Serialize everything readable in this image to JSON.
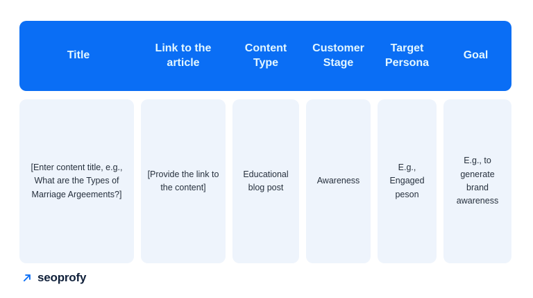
{
  "table": {
    "columns": [
      {
        "header": "Title",
        "value": "[Enter content title, e.g., What are the Types of Marriage Argeements?]"
      },
      {
        "header": "Link to the article",
        "value": "[Provide the link to the content]"
      },
      {
        "header": "Content Type",
        "value": "Educational blog post"
      },
      {
        "header": "Customer Stage",
        "value": "Awareness"
      },
      {
        "header": "Target Persona",
        "value": "E.g., Engaged peson"
      },
      {
        "header": "Goal",
        "value": "E.g., to generate brand awareness"
      }
    ],
    "colors": {
      "header_background": "#0a6ef5",
      "header_text": "#e2f6ff",
      "cell_background": "#eef4fc",
      "cell_text": "#26303d"
    }
  },
  "footer": {
    "logo_icon": "arrow-up-right-icon",
    "logo_text": "seoprofy",
    "logo_icon_color": "#0a6ef5",
    "logo_text_color": "#10203a"
  }
}
